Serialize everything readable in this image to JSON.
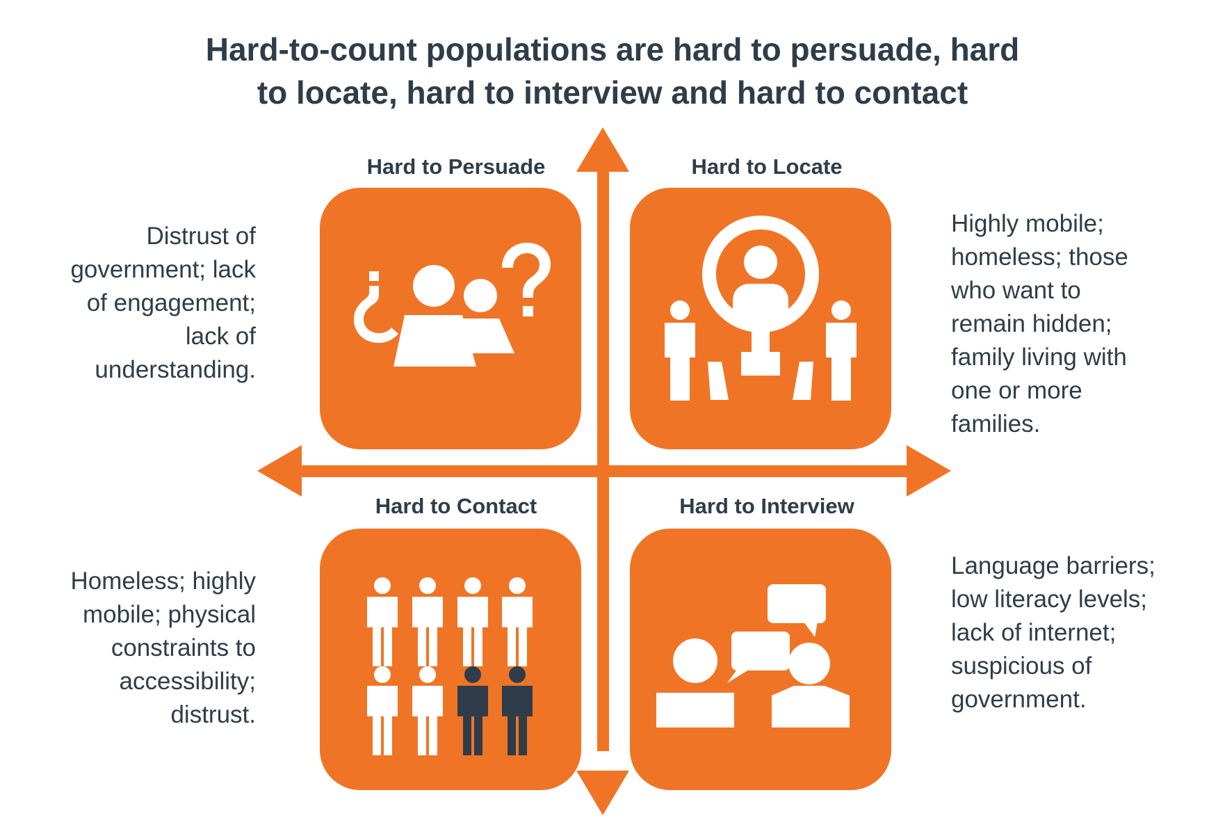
{
  "title": {
    "line1": "Hard-to-count populations are hard to persuade, hard",
    "line2": "to locate, hard to interview and hard to contact"
  },
  "colors": {
    "accent": "#f07425",
    "text": "#2e3d49",
    "icon_light": "#ffffff",
    "icon_dark": "#2e3d49"
  },
  "quadrants": {
    "persuade": {
      "label": "Hard to Persuade",
      "icon": "confused-people-icon",
      "description": [
        "Distrust of",
        "government; lack",
        "of engagement;",
        "lack of",
        "understanding."
      ]
    },
    "locate": {
      "label": "Hard to Locate",
      "icon": "magnifier-person-icon",
      "description": [
        "Highly mobile;",
        "homeless; those",
        "who want to",
        "remain hidden;",
        "family living with",
        "one or more",
        "families."
      ]
    },
    "contact": {
      "label": "Hard to Contact",
      "icon": "people-group-icon",
      "description": [
        "Homeless; highly",
        "mobile; physical",
        "constraints to",
        "accessibility;",
        "distrust."
      ]
    },
    "interview": {
      "label": "Hard to Interview",
      "icon": "conversation-icon",
      "description": [
        "Language barriers;",
        "low literacy levels;",
        "lack of internet;",
        "suspicious of",
        "government."
      ]
    }
  }
}
